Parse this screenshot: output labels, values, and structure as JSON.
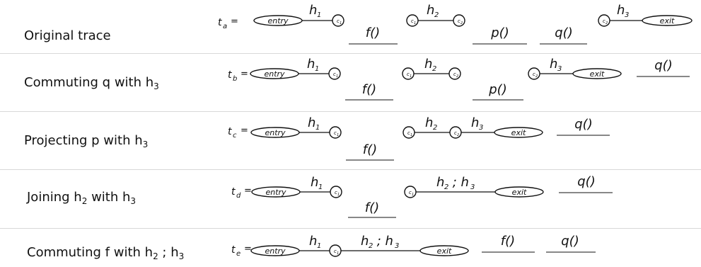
{
  "rows": [
    {
      "label": "Original trace",
      "label_sub": "",
      "label_after": "",
      "label_sub2": "",
      "trace_var": "t",
      "trace_sub": "a"
    },
    {
      "label": "Commuting q with h",
      "label_sub": "3",
      "label_after": "",
      "label_sub2": "",
      "trace_var": "t",
      "trace_sub": "b"
    },
    {
      "label": "Projecting p with h",
      "label_sub": "3",
      "label_after": "",
      "label_sub2": "",
      "trace_var": "t",
      "trace_sub": "c"
    },
    {
      "label": "Joining h",
      "label_sub": "2",
      "label_after": " with h",
      "label_sub2": "3",
      "trace_var": "t",
      "trace_sub": "d"
    },
    {
      "label": "Commuting f with h",
      "label_sub": "2",
      "label_after": " ; h",
      "label_sub2": "3",
      "trace_var": "t",
      "trace_sub": "e"
    }
  ],
  "nodes": {
    "entry": "entry",
    "exit": "exit",
    "c1": "c",
    "c2": "c",
    "c1_sub": "1",
    "c2_sub": "2"
  },
  "edges": {
    "h1": "h",
    "h1_sub": "1",
    "h2": "h",
    "h2_sub": "2",
    "h3": "h",
    "h3_sub": "3",
    "joined": "h",
    "joined_sub_a": "2",
    "joined_mid": " ; h",
    "joined_sub_b": "3"
  },
  "calls": {
    "f": "f()",
    "p": "p()",
    "q": "q()"
  },
  "equals": "="
}
